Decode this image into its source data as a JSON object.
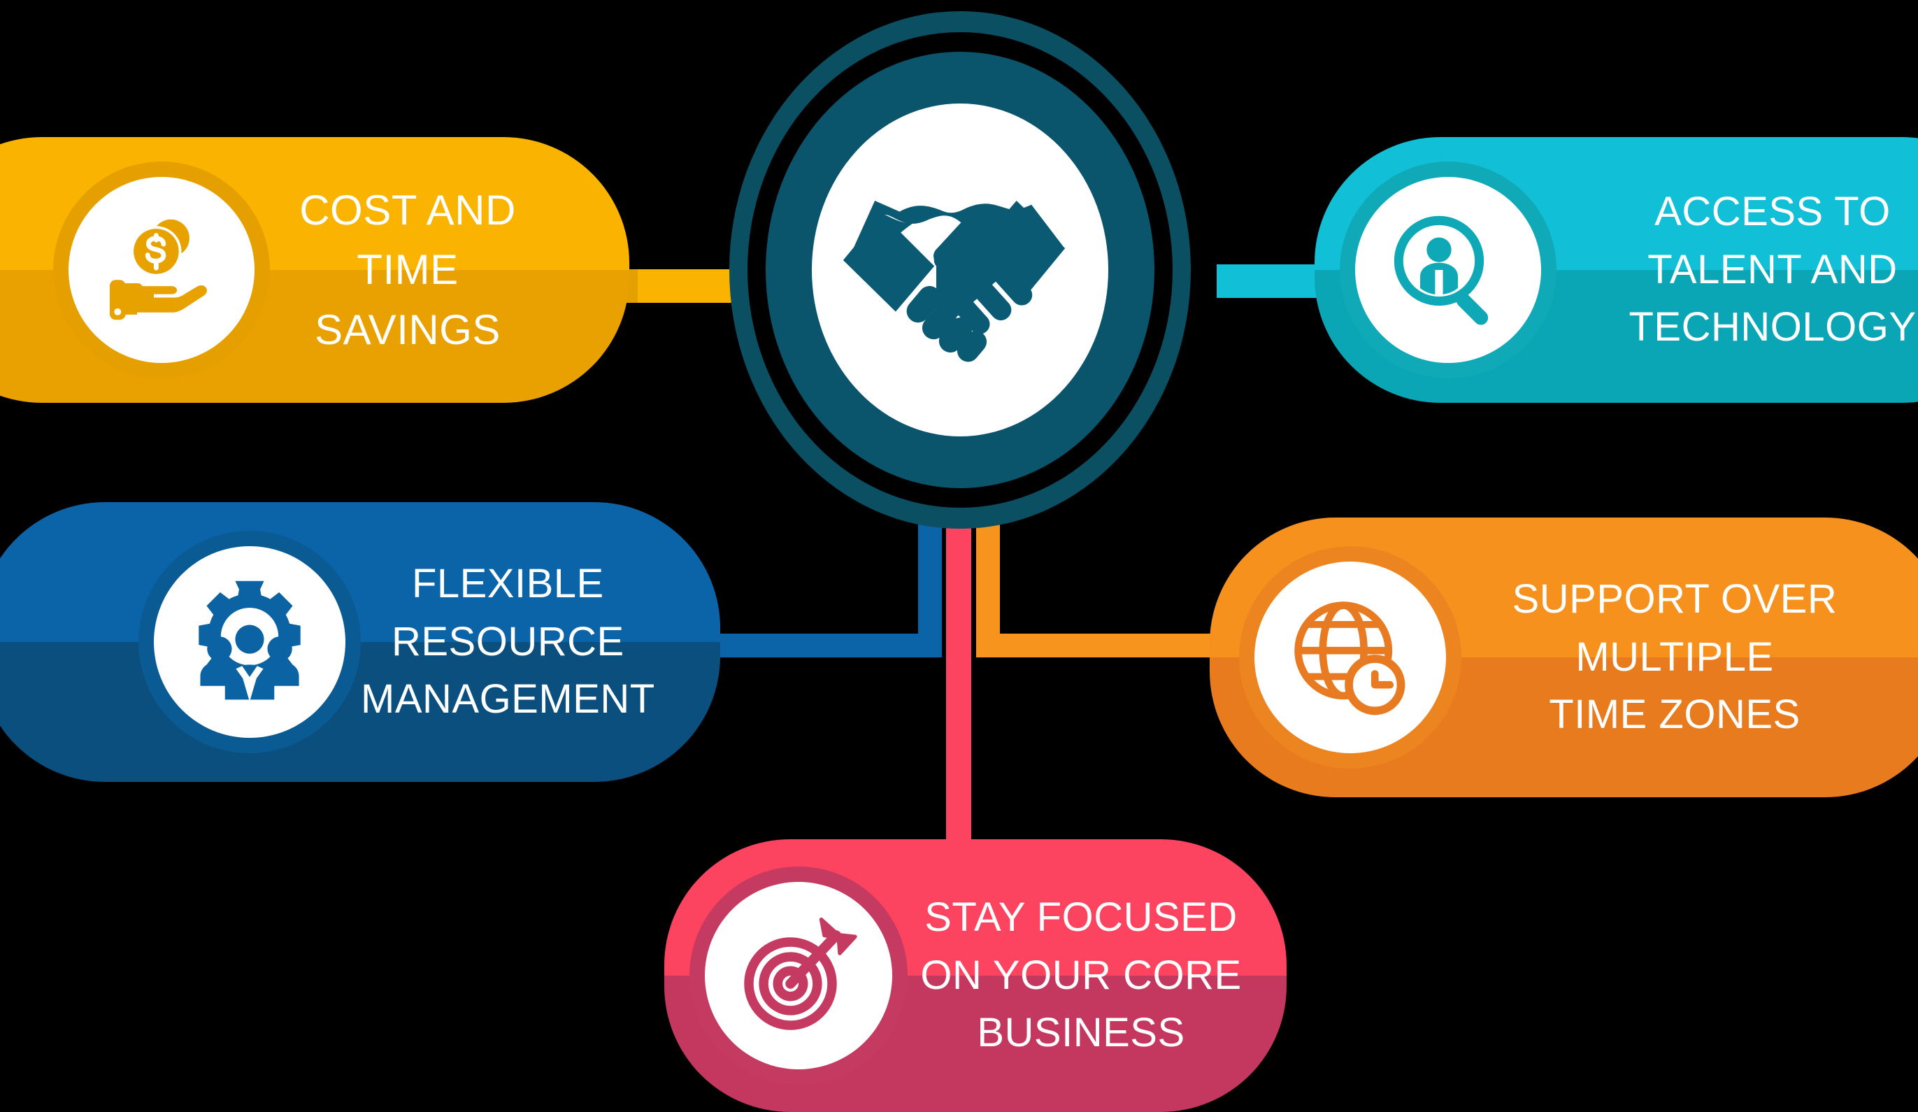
{
  "diagram": {
    "title_hub": {
      "icon": "handshake-icon",
      "ring_outer_color": "#0B4F62",
      "ring_inner_color": "#0A556B",
      "disc_color": "#FFFFFF",
      "icon_color": "#0B5A73"
    },
    "cards": [
      {
        "id": "cost-and-time-savings",
        "label": "COST AND TIME\nSAVINGS",
        "icon": "hand-holding-money-icon",
        "color_top": "#FAB400",
        "color_bottom": "#E8A100",
        "ring_color": "#E5A000",
        "icon_color": "#E8A200",
        "connector_color": "#FAB400",
        "position": "top-left"
      },
      {
        "id": "access-to-talent-and-technology",
        "label": "ACCESS TO\nTALENT AND\nTECHNOLOGY",
        "icon": "magnifier-person-icon",
        "color_top": "#11BFD6",
        "color_bottom": "#0BA6B5",
        "ring_color": "#0FA9B8",
        "icon_color": "#0FA8B7",
        "connector_color": "#11BFD6",
        "position": "top-right"
      },
      {
        "id": "flexible-resource-management",
        "label": "FLEXIBLE\nRESOURCE\nMANAGEMENT",
        "icon": "gear-people-icon",
        "color_top": "#0B63A8",
        "color_bottom": "#0B4F7E",
        "ring_color": "#0A5A93",
        "icon_color": "#0B63A3",
        "connector_color": "#0B63A8",
        "position": "mid-left"
      },
      {
        "id": "support-over-multiple-time-zones",
        "label": "SUPPORT OVER\nMULTIPLE\nTIME ZONES",
        "icon": "globe-clock-icon",
        "color_top": "#F7911E",
        "color_bottom": "#E87B1E",
        "ring_color": "#EC8520",
        "icon_color": "#E87B22",
        "connector_color": "#F7941E",
        "position": "mid-right"
      },
      {
        "id": "stay-focused-on-your-core-business",
        "label": "STAY FOCUSED\nON YOUR CORE\nBUSINESS",
        "icon": "target-dart-icon",
        "color_top": "#FC4460",
        "color_bottom": "#C43860",
        "ring_color": "#C43A60",
        "icon_color": "#C43A60",
        "connector_color": "#FC4460",
        "position": "bottom-center"
      }
    ],
    "connectors": [
      {
        "id": "connector-cost-and-time-savings",
        "color": "#FAB400"
      },
      {
        "id": "connector-access-to-talent",
        "color": "#11BFD6"
      },
      {
        "id": "connector-flexible-resource",
        "color": "#0B63A8"
      },
      {
        "id": "connector-support-time-zones",
        "color": "#F7941E"
      },
      {
        "id": "connector-stay-focused",
        "color": "#FC4460"
      }
    ],
    "background_color": "#000000",
    "text_color": "#FFFFFF"
  }
}
